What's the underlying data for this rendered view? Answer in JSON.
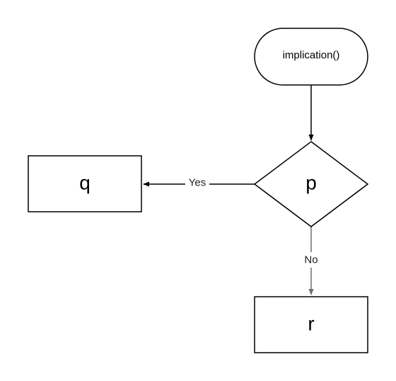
{
  "nodes": {
    "start": {
      "label": "implication()",
      "shape": "terminator"
    },
    "decision": {
      "label": "p",
      "shape": "decision"
    },
    "yes_target": {
      "label": "q",
      "shape": "process"
    },
    "no_target": {
      "label": "r",
      "shape": "process"
    }
  },
  "edges": {
    "start_to_decision": {
      "from": "start",
      "to": "decision",
      "label": "",
      "color": "#000000"
    },
    "yes": {
      "from": "decision",
      "to": "yes_target",
      "label": "Yes",
      "color": "#000000"
    },
    "no": {
      "from": "decision",
      "to": "no_target",
      "label": "No",
      "color": "#6e6e6e"
    }
  }
}
